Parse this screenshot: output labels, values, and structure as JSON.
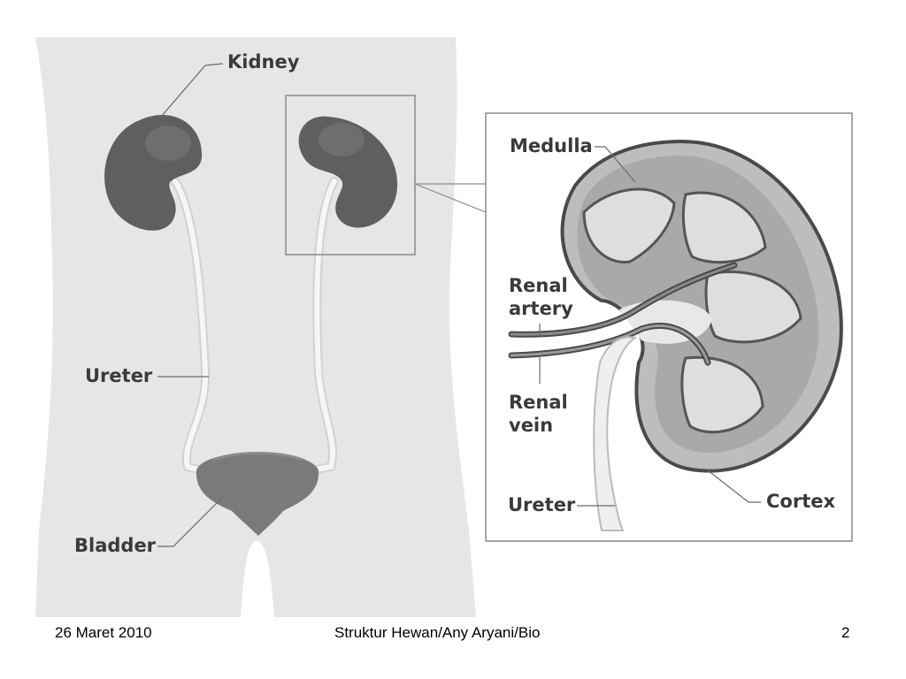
{
  "labels": {
    "kidney": "Kidney",
    "ureter_left": "Ureter",
    "bladder": "Bladder",
    "medulla": "Medulla",
    "renal_artery_line1": "Renal",
    "renal_artery_line2": "artery",
    "renal_vein_line1": "Renal",
    "renal_vein_line2": "vein",
    "ureter_detail": "Ureter",
    "cortex": "Cortex"
  },
  "footer": {
    "date": "26 Maret 2010",
    "title": "Struktur Hewan/Any Aryani/Bio",
    "page": "2"
  },
  "colors": {
    "body": "#e6e6e6",
    "kidney": "#5f5f5f",
    "ureter": "#f6f6f6",
    "bladder": "#7a7a7a",
    "frame": "#8a8a8a",
    "leader": "#6a6a6a"
  }
}
